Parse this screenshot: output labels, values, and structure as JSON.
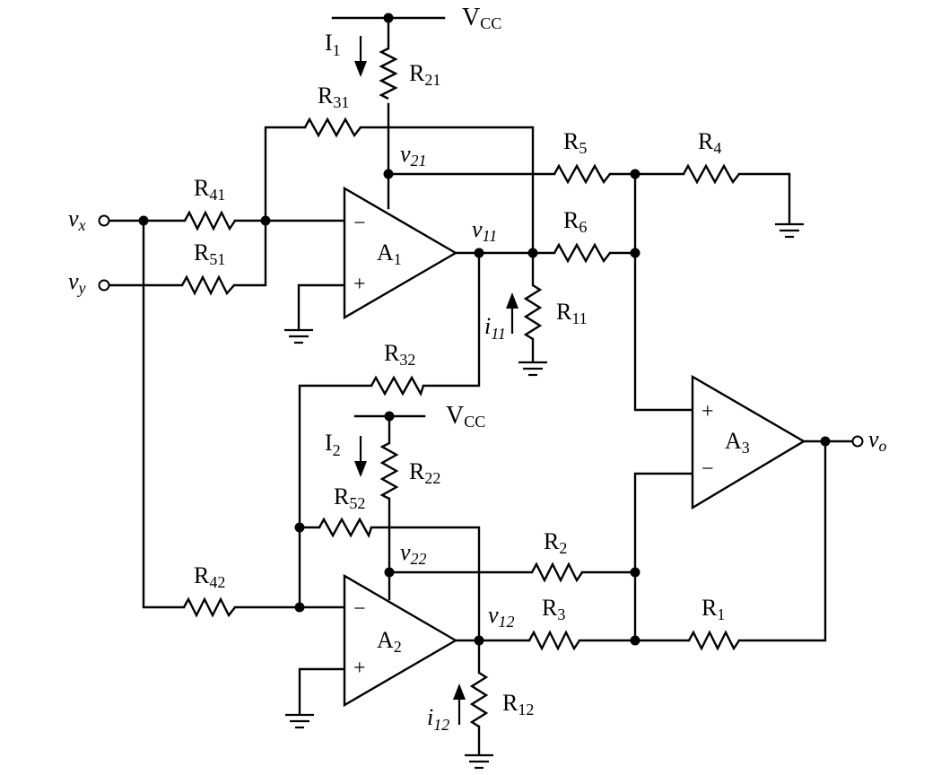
{
  "diagram": {
    "labels": {
      "vcc_top": {
        "main": "V",
        "sub": "CC"
      },
      "vcc_bottom": {
        "main": "V",
        "sub": "CC"
      },
      "I1": {
        "main": "I",
        "sub": "1"
      },
      "I2": {
        "main": "I",
        "sub": "2"
      },
      "R21": {
        "main": "R",
        "sub": "21"
      },
      "R22": {
        "main": "R",
        "sub": "22"
      },
      "R31": {
        "main": "R",
        "sub": "31"
      },
      "R32": {
        "main": "R",
        "sub": "32"
      },
      "R41": {
        "main": "R",
        "sub": "41"
      },
      "R42": {
        "main": "R",
        "sub": "42"
      },
      "R51": {
        "main": "R",
        "sub": "51"
      },
      "R52": {
        "main": "R",
        "sub": "52"
      },
      "R5": {
        "main": "R",
        "sub": "5"
      },
      "R4": {
        "main": "R",
        "sub": "4"
      },
      "R6": {
        "main": "R",
        "sub": "6"
      },
      "R11": {
        "main": "R",
        "sub": "11"
      },
      "R12": {
        "main": "R",
        "sub": "12"
      },
      "R2": {
        "main": "R",
        "sub": "2"
      },
      "R3": {
        "main": "R",
        "sub": "3"
      },
      "R1": {
        "main": "R",
        "sub": "1"
      },
      "v21": {
        "main": "v",
        "sub": "21"
      },
      "v22": {
        "main": "v",
        "sub": "22"
      },
      "v11": {
        "main": "v",
        "sub": "11"
      },
      "v12": {
        "main": "v",
        "sub": "12"
      },
      "i11": {
        "main": "i",
        "sub": "11"
      },
      "i12": {
        "main": "i",
        "sub": "12"
      },
      "vx": {
        "main": "v",
        "sub": "x"
      },
      "vy": {
        "main": "v",
        "sub": "y"
      },
      "vo": {
        "main": "v",
        "sub": "o"
      },
      "A1": {
        "main": "A",
        "sub": "1"
      },
      "A2": {
        "main": "A",
        "sub": "2"
      },
      "A3": {
        "main": "A",
        "sub": "3"
      }
    },
    "signs": {
      "minus": "−",
      "plus": "+"
    }
  }
}
